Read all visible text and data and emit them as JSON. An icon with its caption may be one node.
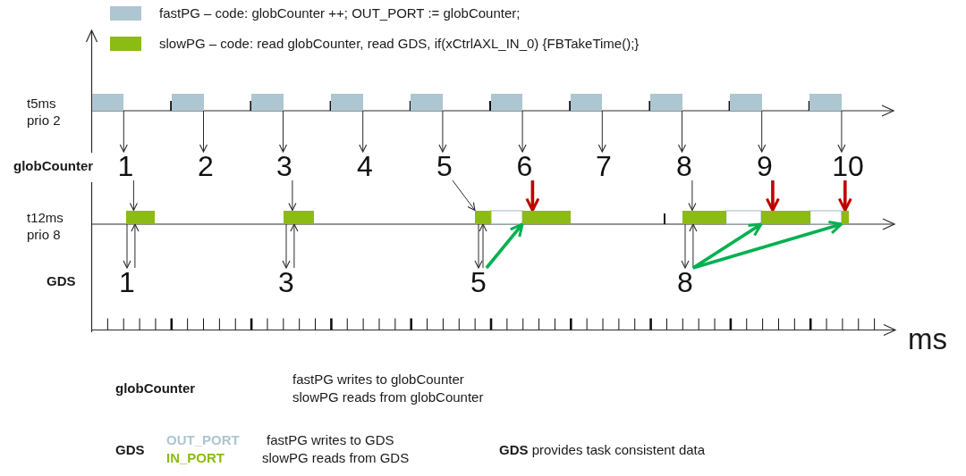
{
  "diagram": {
    "nodes": [
      {
        "text": [],
        "shape": "bar"
      },
      {
        "text": [],
        "shape": "bar"
      },
      {
        "text": [],
        "shape": "bar"
      },
      {
        "text": [],
        "shape": "bar"
      },
      {
        "text": [],
        "shape": "bar"
      },
      {
        "text": [],
        "shape": "bar"
      },
      {
        "text": [],
        "shape": "bar"
      },
      {
        "text": [],
        "shape": "bar"
      },
      {
        "text": [],
        "shape": "bar"
      },
      {
        "text": [],
        "shape": "bar"
      },
      {
        "text": [
          "1"
        ]
      },
      {
        "text": [
          "2"
        ]
      },
      {
        "text": [
          "3"
        ]
      },
      {
        "text": [
          "4"
        ]
      },
      {
        "text": [
          "5"
        ]
      },
      {
        "text": [
          "6"
        ]
      },
      {
        "text": [
          "7"
        ]
      },
      {
        "text": [
          "8"
        ]
      },
      {
        "text": [
          "9"
        ]
      },
      {
        "text": [
          "10"
        ]
      },
      {
        "text": [],
        "shape": "bar"
      },
      {
        "text": [],
        "shape": "bar"
      },
      {
        "text": [],
        "shape": "bar"
      },
      {
        "text": [],
        "shape": "bar"
      },
      {
        "text": [],
        "shape": "bar"
      },
      {
        "text": [],
        "shape": "bar"
      },
      {
        "text": [],
        "shape": "bar"
      },
      {
        "text": [
          "1"
        ]
      },
      {
        "text": [
          "3"
        ]
      },
      {
        "text": [
          "5"
        ]
      },
      {
        "text": [
          "8"
        ]
      }
    ],
    "edges": [
      {
        "from": 0,
        "to": 10,
        "arrow": "to"
      },
      {
        "from": 1,
        "to": 11,
        "arrow": "to"
      },
      {
        "from": 2,
        "to": 12,
        "arrow": "to"
      },
      {
        "from": 3,
        "to": 13,
        "arrow": "to"
      },
      {
        "from": 4,
        "to": 14,
        "arrow": "to"
      },
      {
        "from": 5,
        "to": 15,
        "arrow": "to"
      },
      {
        "from": 6,
        "to": 16,
        "arrow": "to"
      },
      {
        "from": 7,
        "to": 17,
        "arrow": "to"
      },
      {
        "from": 8,
        "to": 18,
        "arrow": "to"
      },
      {
        "from": 9,
        "to": 19,
        "arrow": "to"
      },
      {
        "from": 10,
        "to": 20,
        "arrow": "to"
      },
      {
        "from": 20,
        "to": 27,
        "arrow": "to"
      },
      {
        "from": 27,
        "to": 20,
        "arrow": "to"
      },
      {
        "from": 12,
        "to": 21,
        "arrow": "to"
      },
      {
        "from": 21,
        "to": 28,
        "arrow": "to"
      },
      {
        "from": 28,
        "to": 21,
        "arrow": "to"
      },
      {
        "from": 14,
        "to": 22,
        "arrow": "to"
      },
      {
        "from": 22,
        "to": 29,
        "arrow": "to"
      },
      {
        "from": 29,
        "to": 22,
        "arrow": "to"
      },
      {
        "from": 15,
        "to": 23,
        "arrow": "to",
        "style": "thick",
        "color": "#c00000"
      },
      {
        "from": 29,
        "to": 23,
        "arrow": "to",
        "style": "thick",
        "color": "#00b050"
      },
      {
        "from": 17,
        "to": 24,
        "arrow": "to"
      },
      {
        "from": 24,
        "to": 30,
        "arrow": "to"
      },
      {
        "from": 30,
        "to": 24,
        "arrow": "to"
      },
      {
        "from": 18,
        "to": 25,
        "arrow": "to",
        "style": "thick",
        "color": "#c00000"
      },
      {
        "from": 19,
        "to": 26,
        "arrow": "to",
        "style": "thick",
        "color": "#c00000"
      },
      {
        "from": 30,
        "to": 25,
        "arrow": "to",
        "style": "thick",
        "color": "#00b050"
      },
      {
        "from": 30,
        "to": 26,
        "arrow": "to",
        "style": "thick",
        "color": "#00b050"
      }
    ],
    "labels": [
      "t5ms prio 2",
      "globCounter",
      "t12ms prio 8",
      "GDS",
      "ms",
      "globCounter",
      "fastPG writes to globCounter",
      "slowPG reads from globCounter",
      "GDS",
      "OUT_PORT",
      "fastPG writes to GDS",
      "IN_PORT",
      "slowPG reads from GDS",
      "**GDS** provides task consistent data"
    ],
    "legend": [
      {
        "text": "fastPG – code: globCounter ++; OUT_PORT := globCounter;",
        "color": "#adc6d1"
      },
      {
        "text": "slowPG – code: read globCounter, read GDS, if(xCtrlAXL_IN_0) {FBTakeTime();}",
        "color": "#8cbb13"
      }
    ]
  }
}
